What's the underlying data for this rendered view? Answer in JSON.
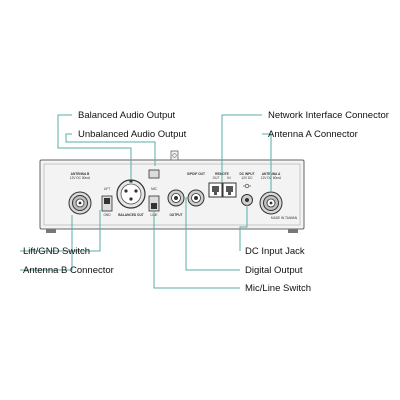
{
  "colors": {
    "leader_line": "#5aaea6",
    "panel_fill": "#f3f3f3",
    "panel_stroke": "#666666",
    "text": "#111111"
  },
  "callouts": {
    "balanced_audio_output": "Balanced Audio Output",
    "unbalanced_audio_output": "Unbalanced Audio Output",
    "network_interface_connector": "Network Interface Connector",
    "antenna_a_connector": "Antenna A Connector",
    "lift_gnd_switch": "Lift/GND Switch",
    "antenna_b_connector": "Antenna B Connector",
    "dc_input_jack": "DC Input Jack",
    "digital_output": "Digital Output",
    "mic_line_switch": "Mic/Line Switch"
  },
  "panel_labels": {
    "antenna_b": "ANTENNA B",
    "antenna_b_spec": "12V DC 80mA",
    "lift": "LIFT",
    "gnd": "GND",
    "mic": "MIC",
    "line": "LINE",
    "balanced_out": "BALANCED OUT",
    "output": "OUTPUT",
    "spdif_out": "S/PDIF OUT",
    "remote": "REMOTE",
    "remote_out": "OUT",
    "remote_in": "IN",
    "dc_input": "DC INPUT",
    "dc_input_spec": "12V DC",
    "antenna_a": "ANTENNA A",
    "antenna_a_spec": "12V DC 80mA",
    "made_in": "MADE IN TAIWAN"
  },
  "icons": [
    "xlr-connector-icon",
    "bnc-connector-icon",
    "quarter-inch-jack-icon",
    "rj45-port-icon",
    "dc-jack-icon",
    "slide-switch-icon"
  ]
}
